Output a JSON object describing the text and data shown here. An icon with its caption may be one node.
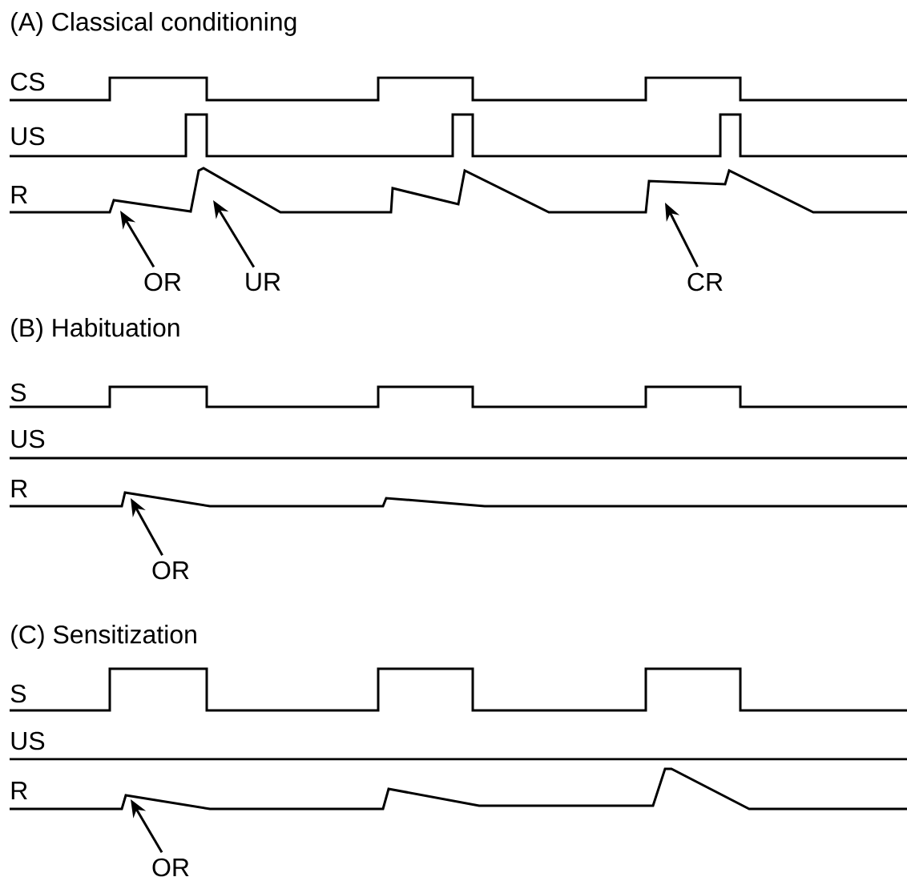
{
  "diagram": {
    "nodes": [
      {
        "text": [
          "OR"
        ]
      },
      {
        "text": [
          "UR"
        ]
      },
      {
        "text": [
          "CR"
        ]
      },
      {
        "text": [
          "OR"
        ]
      },
      {
        "text": [
          "OR"
        ]
      }
    ],
    "edges": [
      {
        "from": 0,
        "to": null,
        "arrow": "to"
      },
      {
        "from": 1,
        "to": null,
        "arrow": "to"
      },
      {
        "from": 2,
        "to": null,
        "arrow": "to"
      },
      {
        "from": 3,
        "to": null,
        "arrow": "to"
      },
      {
        "from": 4,
        "to": null,
        "arrow": "to"
      }
    ],
    "labels": [
      "(A) Classical conditioning",
      "CS",
      "US",
      "R",
      "(B) Habituation",
      "S",
      "US",
      "R",
      "(C) Sensitization",
      "S",
      "US",
      "R"
    ]
  }
}
